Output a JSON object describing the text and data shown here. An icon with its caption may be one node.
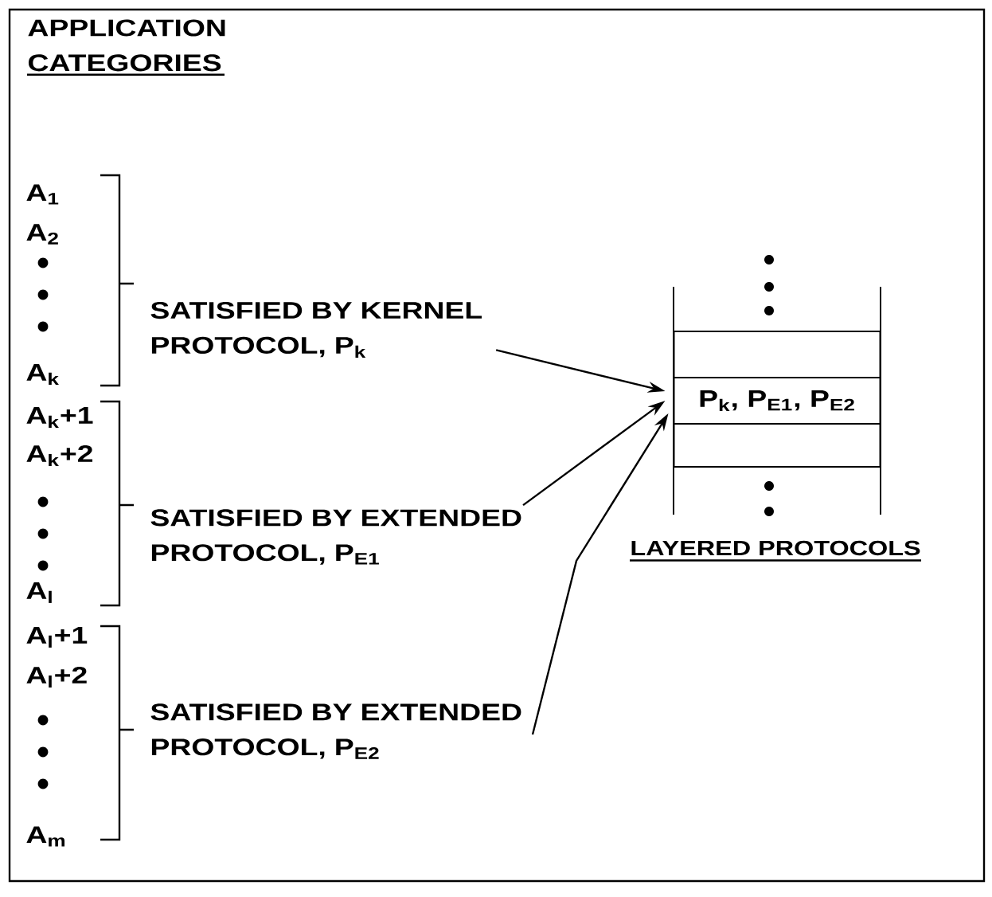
{
  "diagram": {
    "title": "APPLICATION CATEGORIES",
    "nodes": [
      {
        "text": [
          "SATISFIED BY KERNEL PROTOCOL, P$_{k}$"
        ]
      },
      {
        "text": [
          "SATISFIED BY EXTENDED PROTOCOL, P$_{E1}$"
        ]
      },
      {
        "text": [
          "SATISFIED BY EXTENDED PROTOCOL, P$_{E2}$"
        ]
      },
      {
        "text": [],
        "shape": "box"
      },
      {
        "text": [
          "P$_{k}$, P$_{E1}$, P$_{E2}$"
        ]
      },
      {
        "text": [],
        "shape": "box"
      }
    ],
    "edges": [
      {
        "from": 0,
        "to": 4,
        "arrow": "to"
      },
      {
        "from": 1,
        "to": 4,
        "arrow": "to"
      },
      {
        "from": 2,
        "to": 4,
        "arrow": "to"
      }
    ],
    "labels": [
      "A$_{1}$",
      "A$_{2}$",
      "A$_{k}$",
      "A$_{k}$+1",
      "A$_{k}$+2",
      "A$_{l}$",
      "A$_{l}$+1",
      "A$_{l}$+2",
      "A$_{m}$",
      "LAYERED PROTOCOLS"
    ]
  }
}
